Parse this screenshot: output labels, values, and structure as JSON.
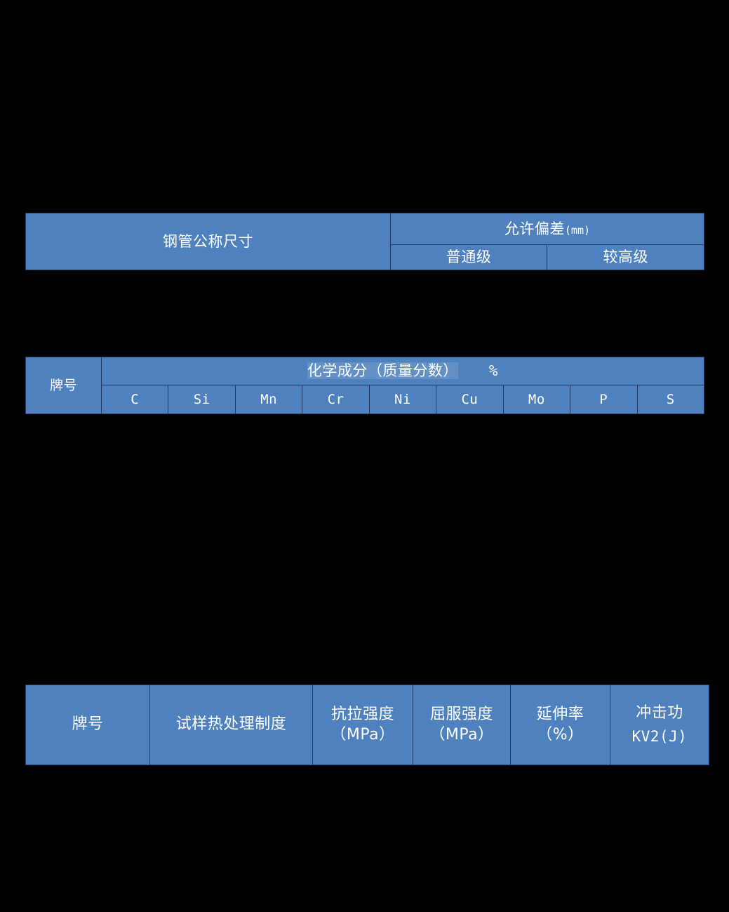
{
  "page": {
    "background_color": "#000000",
    "cell_fill_color": "#4E81BD",
    "cell_border_color": "#1F3864",
    "text_color": "#FFFFFF"
  },
  "tables": {
    "dimensions": {
      "name": "steel-pipe-dimension-tolerance-header",
      "row1": {
        "nominal_size": "钢管公称尺寸",
        "tolerance": "允许偏差",
        "tolerance_unit": "(mm)"
      },
      "row2": {
        "ordinary_grade": "普通级",
        "higher_grade": "较高级"
      }
    },
    "chemistry": {
      "name": "chemical-composition-header",
      "grade": "牌号",
      "composition_title": "化学成分（质量分数）",
      "composition_unit": "%",
      "elements": [
        "C",
        "Si",
        "Mn",
        "Cr",
        "Ni",
        "Cu",
        "Mo",
        "P",
        "S"
      ]
    },
    "mechanical": {
      "name": "mechanical-properties-header",
      "columns": [
        {
          "line1": "牌号",
          "line2": ""
        },
        {
          "line1": "试样热处理制度",
          "line2": ""
        },
        {
          "line1": "抗拉强度",
          "line2": "（MPa）"
        },
        {
          "line1": "屈服强度",
          "line2": "（MPa）"
        },
        {
          "line1": "延伸率",
          "line2": "（%）"
        },
        {
          "line1": "冲击功",
          "line2": "KV2(J)"
        }
      ]
    }
  }
}
